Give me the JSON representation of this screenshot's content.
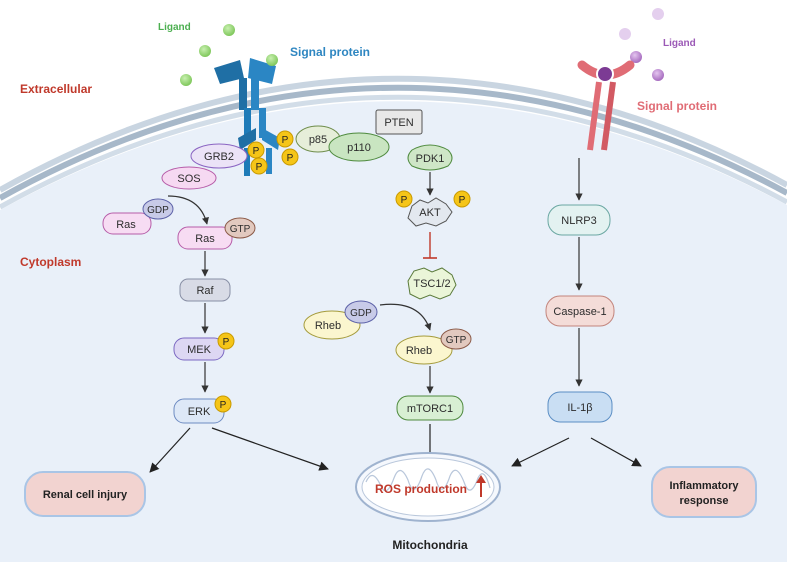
{
  "regions": {
    "extracellular": "Extracellular",
    "cytoplasm": "Cytoplasm",
    "mitochondria": "Mitochondria"
  },
  "receptors": {
    "left_ligand": "Ligand",
    "left_signal_protein": "Signal protein",
    "right_ligand": "Ligand",
    "right_signal_protein": "Signal protein"
  },
  "phospho_label": "P",
  "nodes": {
    "grb2": "GRB2",
    "sos": "SOS",
    "ras_gdp": "Ras",
    "gdp_1": "GDP",
    "ras_gtp": "Ras",
    "gtp_1": "GTP",
    "raf": "Raf",
    "mek": "MEK",
    "erk": "ERK",
    "p85": "p85",
    "p110": "p110",
    "pten": "PTEN",
    "pdk1": "PDK1",
    "akt": "AKT",
    "tsc": "TSC1/2",
    "rheb_gdp": "Rheb",
    "gdp_2": "GDP",
    "rheb_gtp": "Rheb",
    "gtp_2": "GTP",
    "mtorc1": "mTORC1",
    "nlrp3": "NLRP3",
    "caspase1": "Caspase-1",
    "il1b": "IL-1β"
  },
  "outcomes": {
    "renal": "Renal cell injury",
    "ros": "ROS production",
    "inflammatory_line1": "Inflammatory",
    "inflammatory_line2": "response"
  },
  "colors": {
    "cytoplasm_fill": "#eaf1fa",
    "membrane": "#a9bdd0",
    "red_label": "#c0392b",
    "green_label": "#4caf50",
    "blue_label": "#2e86c1",
    "purple_label": "#9b59b6",
    "pink_label": "#e06c75",
    "phospho": "#f5c518"
  }
}
